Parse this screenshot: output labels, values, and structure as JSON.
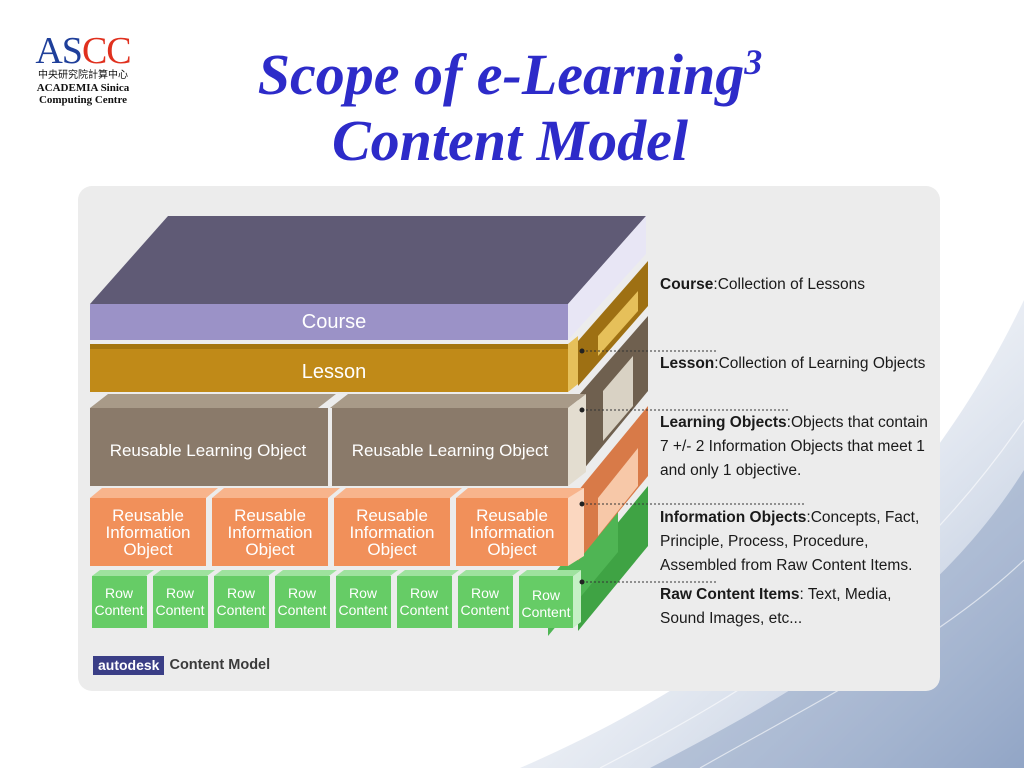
{
  "logo": {
    "mark_a": "AS",
    "mark_b": "CC",
    "cn": "中央研究院計算中心",
    "line1": "ACADEMIA  Sinica",
    "line2": "Computing  Centre"
  },
  "title": {
    "line1": "Scope of e-Learning",
    "superscript": "3",
    "line2": "Content Model"
  },
  "diagram": {
    "layers": {
      "course": "Course",
      "lesson": "Lesson",
      "reusable_learning_object": [
        "Reusable Learning Object",
        "Reusable Learning Object"
      ],
      "reusable_information_object": [
        [
          "Reusable",
          "Information",
          "Object"
        ],
        [
          "Reusable",
          "Information",
          "Object"
        ],
        [
          "Reusable",
          "Information",
          "Object"
        ],
        [
          "Reusable",
          "Information",
          "Object"
        ]
      ],
      "row_content": [
        [
          "Row",
          "Content"
        ],
        [
          "Row",
          "Content"
        ],
        [
          "Row",
          "Content"
        ],
        [
          "Row",
          "Content"
        ],
        [
          "Row",
          "Content"
        ],
        [
          "Row",
          "Content"
        ],
        [
          "Row",
          "Content"
        ],
        [
          "Row",
          "Content"
        ]
      ]
    },
    "colors": {
      "course_top": "#5f5a75",
      "course_front": "#9b92c7",
      "lesson": "#c08a18",
      "rlo": "#8a7a6a",
      "rio": "#f1905a",
      "row": "#66cc66"
    }
  },
  "legend": [
    {
      "term": "Course",
      "sep": ":",
      "desc": "Collection of Lessons"
    },
    {
      "term": "Lesson",
      "sep": ":",
      "desc": "Collection of Learning Objects"
    },
    {
      "term": "Learning Objects",
      "sep": ":",
      "desc_lines": [
        "Objects that contain",
        "7  +/-  2 Information Objects that meet 1",
        "and only 1 objective."
      ]
    },
    {
      "term": "Information Objects",
      "sep": ":",
      "desc_lines": [
        "Concepts, Fact,",
        "Principle, Process, Procedure,",
        "Assembled from Raw Content Items."
      ]
    },
    {
      "term": "Raw Content Items",
      "sep": ":",
      "desc_lines": [
        " Text, Media,",
        "Sound Images, etc..."
      ]
    }
  ],
  "footer": {
    "brand": "autodesk",
    "label": "Content Model"
  }
}
